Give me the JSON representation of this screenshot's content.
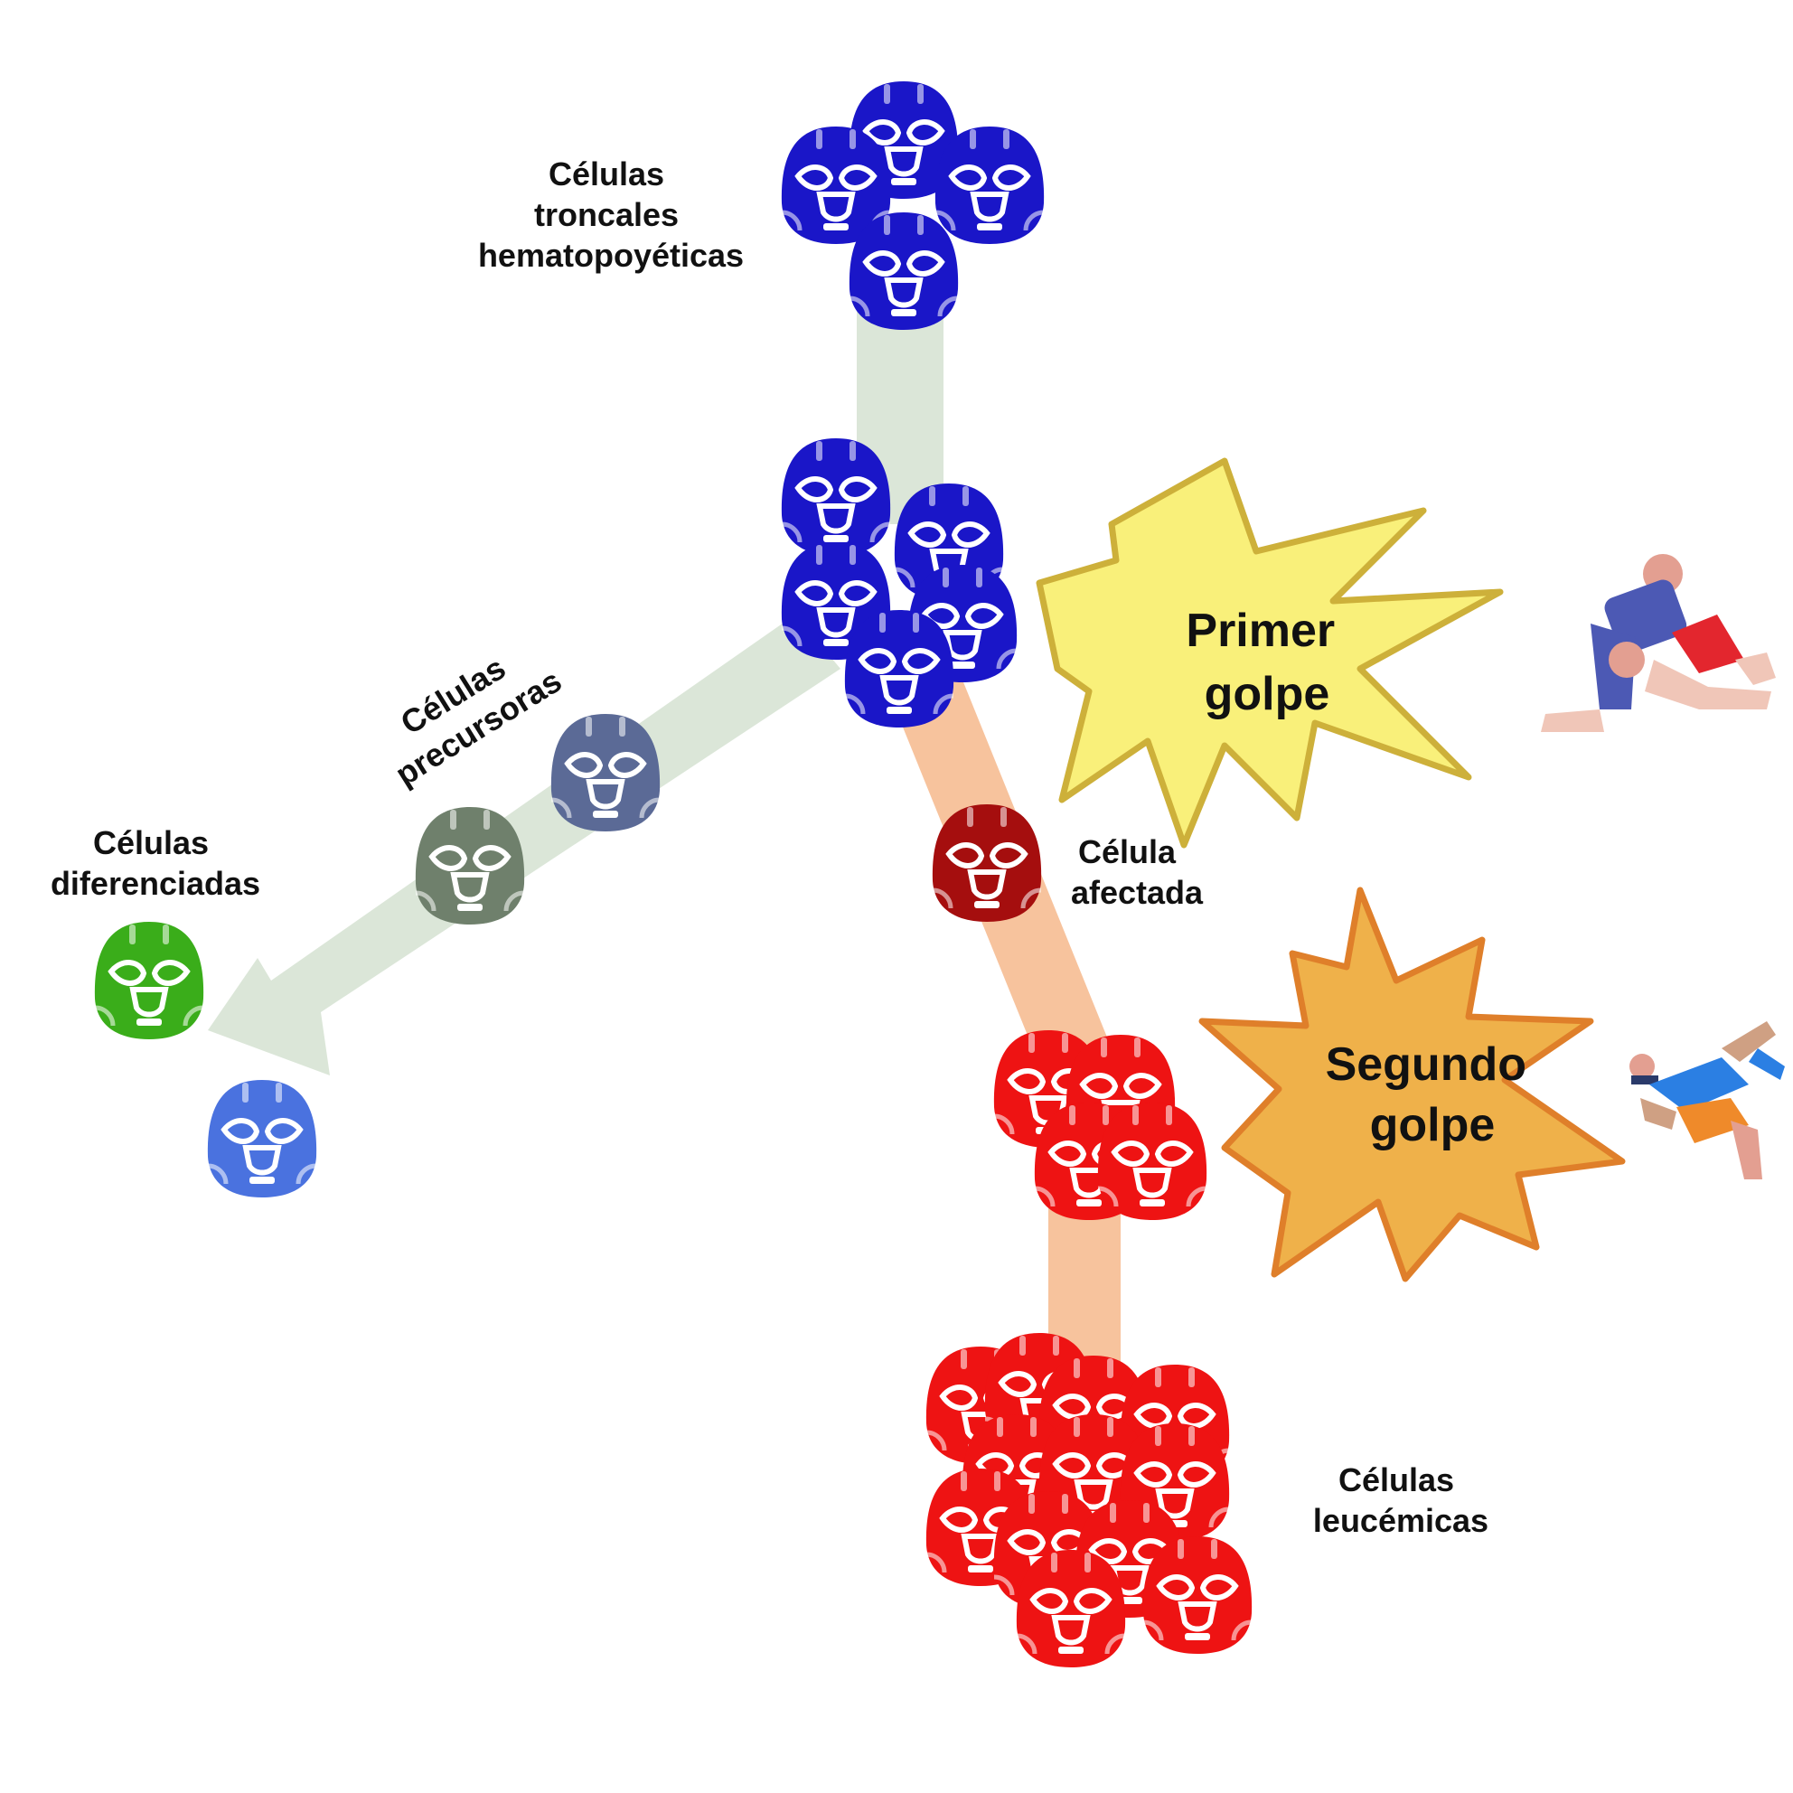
{
  "labels": {
    "stem_cells": [
      "Células",
      "troncales",
      "hematopoyéticas"
    ],
    "precursor_cells": [
      "Células",
      "precursoras"
    ],
    "differentiated_cells": [
      "Células",
      "diferenciadas"
    ],
    "affected_cell": [
      "Célula",
      "afectada"
    ],
    "leukemic_cells": [
      "Células",
      "leucémicas"
    ]
  },
  "hits": {
    "first": [
      "Primer",
      "golpe"
    ],
    "second": [
      "Segundo",
      "golpe"
    ]
  },
  "colors": {
    "stem": "#1a16c8",
    "precursor_blue": "#5b6a96",
    "precursor_gray": "#6f806c",
    "differentiated_green": "#3aad1a",
    "differentiated_blue": "#4a72df",
    "affected": "#a50e0e",
    "leukemic": "#ee1313",
    "normal_path": "#dbe6d8",
    "leukemic_path": "#f7c39d",
    "first_burst_fill": "#f9f07a",
    "first_burst_stroke": "#cdb03a",
    "second_burst_fill": "#efb14a",
    "second_burst_stroke": "#df7f2a"
  },
  "icons": [
    "wrestling-mask-icon",
    "wrestlers-icon"
  ]
}
